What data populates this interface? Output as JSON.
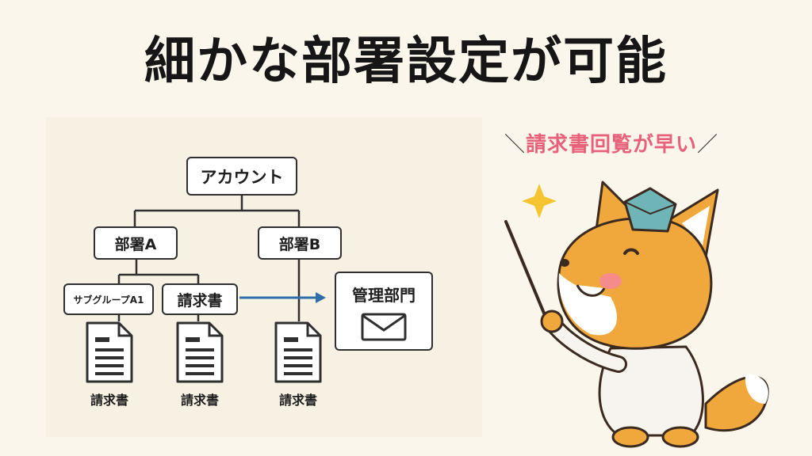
{
  "title": "細かな部署設定が可能",
  "diagram": {
    "root": "アカウント",
    "departments": [
      "部署A",
      "部署B"
    ],
    "subgroup": "サブグループA1",
    "invoice_node": "請求書",
    "management": "管理部門",
    "doc_labels": [
      "請求書",
      "請求書",
      "請求書"
    ]
  },
  "callout": {
    "slash_left": "＼",
    "text": "請求書回覧が早い",
    "slash_right": "／"
  },
  "colors": {
    "arrow": "#2f6fa8",
    "callout_text": "#e8617a",
    "fox_orange": "#f0a73c",
    "hat": "#6fb5b8"
  }
}
